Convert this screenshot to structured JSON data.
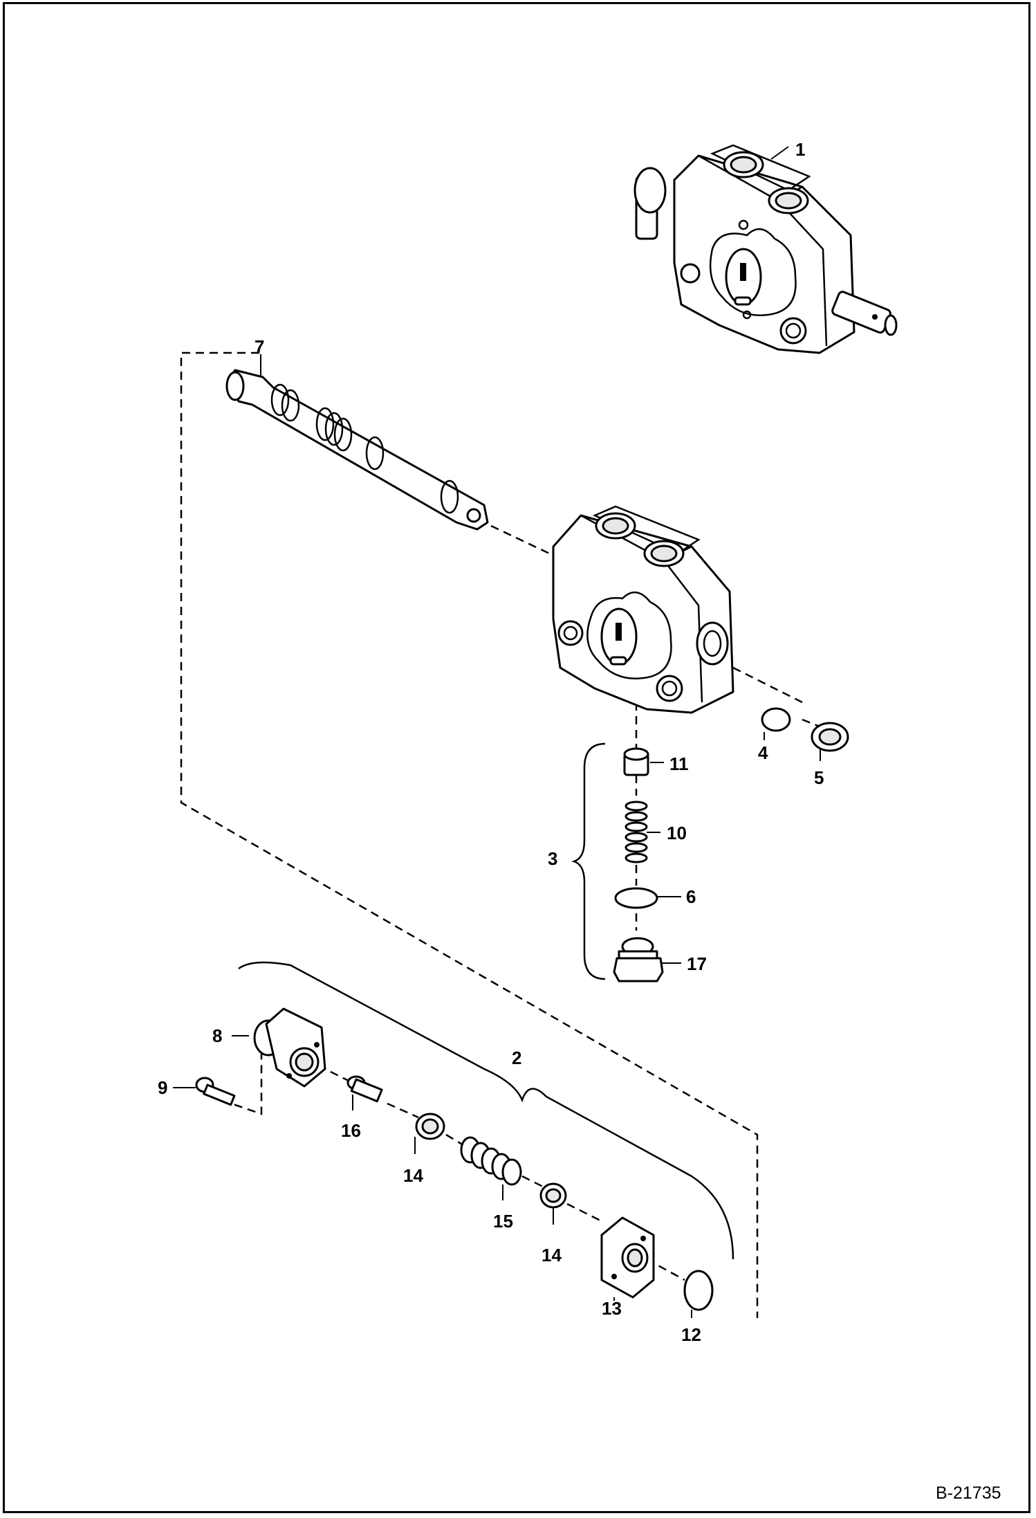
{
  "labels": {
    "l1": "1",
    "l2": "2",
    "l3": "3",
    "l4": "4",
    "l5": "5",
    "l6": "6",
    "l7": "7",
    "l8": "8",
    "l9": "9",
    "l10": "10",
    "l11": "11",
    "l12": "12",
    "l13": "13",
    "l14a": "14",
    "l14b": "14",
    "l15": "15",
    "l16": "16",
    "l17": "17"
  },
  "reference": "B-21735"
}
